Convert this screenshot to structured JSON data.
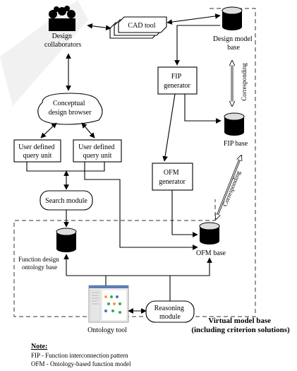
{
  "nodes": {
    "design_collaborators": [
      "Design",
      "collaborators"
    ],
    "cad_tool": "CAD tool",
    "design_model_base": [
      "Design model",
      "base"
    ],
    "fip_generator": [
      "FIP",
      "generator"
    ],
    "conceptual_browser": [
      "Conceptual",
      "design browser"
    ],
    "fip_base": "FIP base",
    "query_unit": [
      "User defined",
      "query unit"
    ],
    "ofm_generator": [
      "OFM",
      "generator"
    ],
    "search_module": "Search module",
    "ofm_base": "OFM base",
    "function_design_base": [
      "Function design",
      "ontology base"
    ],
    "reasoning_module": [
      "Reasoning",
      "module"
    ],
    "ontology_tool": "Ontology tool",
    "virtual_model_base": [
      "Virtual model base",
      "(including criterion solutions)"
    ]
  },
  "relations": {
    "corresponding": "Corresponding"
  },
  "note": {
    "title": "Note:",
    "lines": [
      "FIP - Function interconnection pattern",
      "OFM - Ontology-based function model"
    ]
  }
}
